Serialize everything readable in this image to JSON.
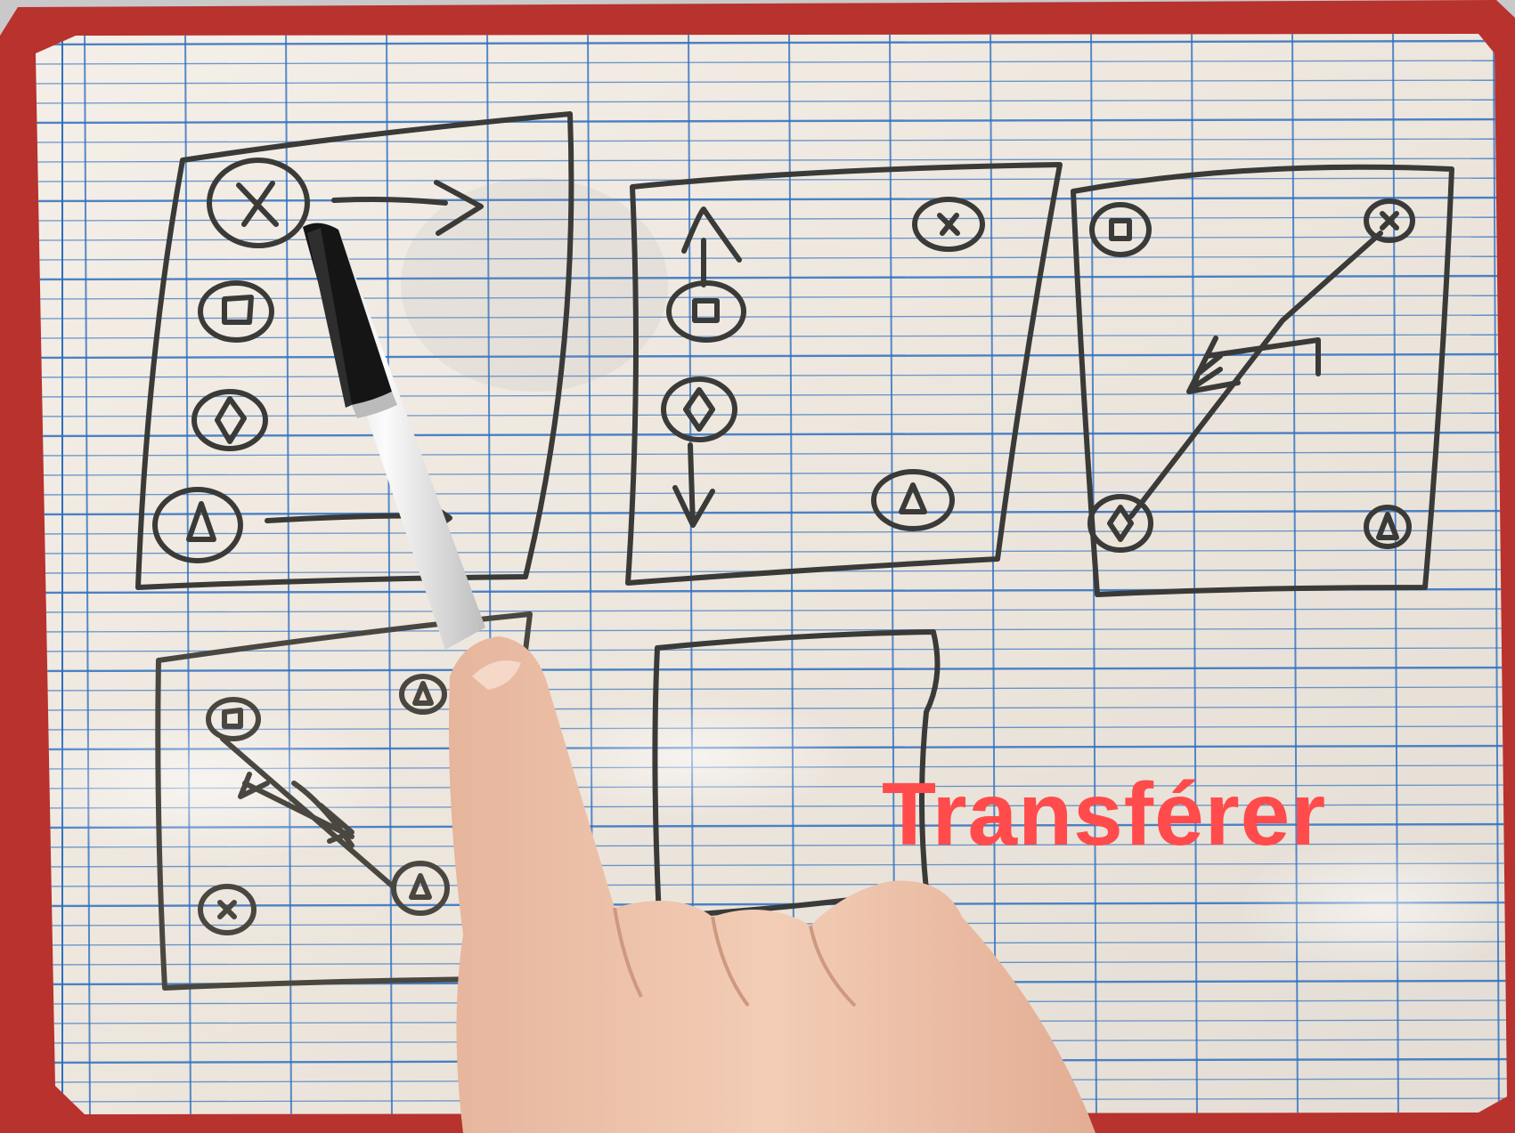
{
  "photo": {
    "board_color": "#b8322e",
    "paper_color": "#efe9e1",
    "grid_line_color": "#2e6fbf",
    "ink_color": "#3a3a38",
    "pen_cap_color": "#151515",
    "pen_body_color": "#ededed",
    "skin_color": "#f0c7ae"
  },
  "overlay": {
    "caption": "Transférer",
    "caption_color": "#ff4b4b"
  },
  "sketches": [
    {
      "name": "panel-1",
      "symbols": [
        "cross",
        "square",
        "diamond",
        "triangle"
      ],
      "arrows": [
        "right"
      ]
    },
    {
      "name": "panel-2",
      "symbols": [
        "cross",
        "square",
        "diamond",
        "triangle"
      ],
      "arrows": [
        "up",
        "down"
      ]
    },
    {
      "name": "panel-3",
      "symbols": [
        "square",
        "cross",
        "diamond",
        "triangle"
      ],
      "arrows": [
        "diagonal-double"
      ]
    },
    {
      "name": "panel-4",
      "symbols": [
        "square",
        "triangle",
        "cross",
        "triangle"
      ],
      "arrows": [
        "diagonal-double"
      ]
    },
    {
      "name": "panel-5",
      "symbols": [],
      "arrows": []
    }
  ]
}
